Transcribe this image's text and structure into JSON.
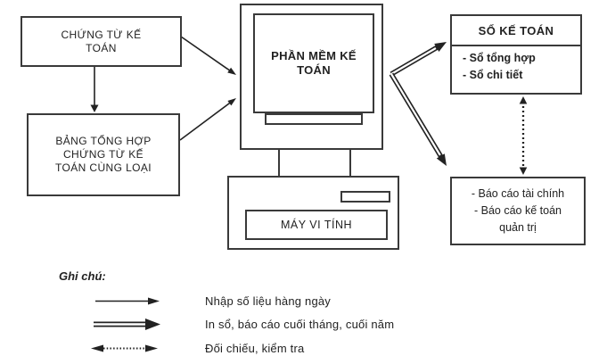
{
  "colors": {
    "line": "#222222",
    "background": "#ffffff"
  },
  "flowchart": {
    "documents_box": "CHỨNG TỪ KẾ TOÁN",
    "summary_box": "BẢNG TỔNG HỢP CHỨNG TỪ KẾ TOÁN CÙNG LOẠI",
    "software_box": "PHẦN MỀM KẾ TOÁN",
    "computer_box": "MÁY VI TÍNH",
    "ledger_box": {
      "title": "SỔ KẾ TOÁN",
      "items": [
        "- Sổ tổng hợp",
        "- Sổ chi tiết"
      ]
    },
    "reports_box": {
      "items": [
        "- Báo cáo tài chính",
        "- Báo cáo kế toán quản trị"
      ]
    }
  },
  "legend": {
    "title": "Ghi chú:",
    "items": [
      {
        "icon": "single-solid-arrow-icon",
        "label": "Nhập số liệu hàng ngày"
      },
      {
        "icon": "double-solid-arrow-icon",
        "label": "In sổ, báo cáo cuối tháng, cuối năm"
      },
      {
        "icon": "dotted-two-headed-arrow-icon",
        "label": "Đối chiếu, kiểm tra"
      }
    ]
  }
}
